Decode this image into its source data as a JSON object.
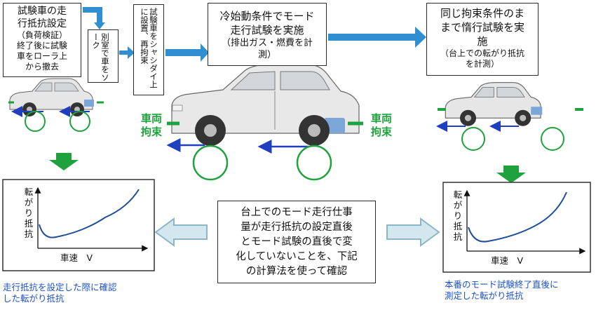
{
  "steps": {
    "step1": [
      "試験車の走",
      "行抵抗設定"
    ],
    "step1_sub": [
      "（負荷検証）",
      "終了後に試験",
      "車をローラ上",
      "から撤去"
    ],
    "step2": "別室で車をソーク",
    "step3": "試験車をシャシダイ上に設置、再拘束",
    "step4": [
      "冷始動条件でモード",
      "走行試験を実施"
    ],
    "step4_sub": [
      "（排出ガス・燃費を計",
      "測）"
    ],
    "step5": [
      "同じ拘束条件のま",
      "まで惰行試験を実",
      "施"
    ],
    "step5_sub": [
      "（台上での転がり抵抗",
      "を計測）"
    ]
  },
  "restraint": {
    "left": [
      "車両",
      "拘束"
    ],
    "right": [
      "車両",
      "拘束"
    ]
  },
  "center_note": [
    "台上でのモード走行仕事",
    "量が走行抵抗の設定直後",
    "とモード試験の直後で変",
    "化していないことを、下記",
    "の計算法を使って確認"
  ],
  "graphs": {
    "left": {
      "ylabel": [
        "転",
        "が",
        "り",
        "抵",
        "抗"
      ],
      "xlabel": "車速　V"
    },
    "right": {
      "ylabel": [
        "転",
        "が",
        "り",
        "抵",
        "抗"
      ],
      "xlabel": "車速　V"
    }
  },
  "captions": {
    "left": [
      "走行抵抗を設定した際に確認",
      "した転がり抵抗"
    ],
    "right": [
      "本番のモード試験終了直後に",
      "測定した転がり抵抗"
    ]
  },
  "colors": {
    "flow_arrow": "#2f8fd0",
    "down_arrow": "#1fa23e",
    "restraint": "#1fa23e",
    "force_arrow": "#1f3fbf",
    "roller": "#1fa23e",
    "curve": "#1f4f9a",
    "caption": "#1c52c8",
    "hollow_arrow": "#8bb6c8"
  },
  "icons": [
    "car-icon",
    "roller-icon",
    "arrow-right-icon",
    "arrow-down-icon"
  ]
}
